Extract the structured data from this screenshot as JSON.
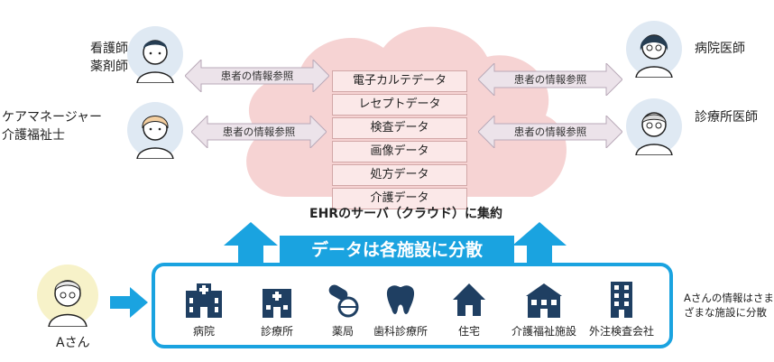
{
  "data_items": [
    "電子カルテデータ",
    "レセプトデータ",
    "検査データ",
    "画像データ",
    "処方データ",
    "介護データ"
  ],
  "arrows": {
    "top_left": "患者の情報参照",
    "bottom_left": "患者の情報参照",
    "top_right": "患者の情報参照",
    "bottom_right": "患者の情報参照"
  },
  "people": {
    "nurse_line1": "看護師",
    "nurse_line2": "薬剤師",
    "care_line1": "ケアマネージャー",
    "care_line2": "介護福祉士",
    "hospital_doctor": "病院医師",
    "clinic_doctor": "診療所医師",
    "patient": "Aさん"
  },
  "ehr_title": "EHRのサーバ（クラウド）に集約",
  "banner": "データは各施設に分散",
  "facilities": [
    "病院",
    "診療所",
    "薬局",
    "歯科診療所",
    "住宅",
    "介護福祉施設",
    "外注検査会社"
  ],
  "note": "Aさんの情報はさまざまな施設に分散",
  "colors": {
    "accent": "#1aa3e0",
    "icon": "#1f3f62",
    "cloud": "#f6d3d3",
    "arrow_fill": "#ece3ea"
  }
}
